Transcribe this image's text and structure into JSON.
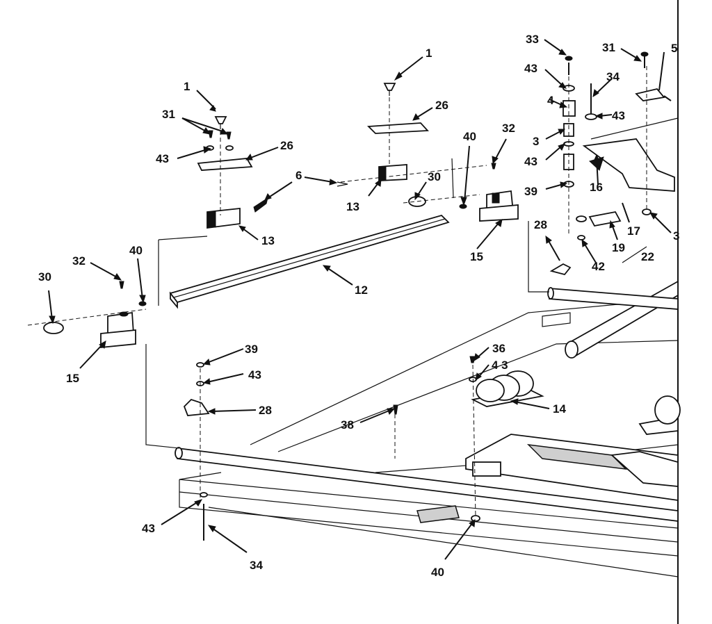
{
  "labels": [
    {
      "id": "1a",
      "text": "1"
    },
    {
      "id": "1b",
      "text": "1"
    },
    {
      "id": "3",
      "text": "3"
    },
    {
      "id": "4",
      "text": "4"
    },
    {
      "id": "5",
      "text": "5"
    },
    {
      "id": "6",
      "text": "6"
    },
    {
      "id": "12",
      "text": "12"
    },
    {
      "id": "13a",
      "text": "13"
    },
    {
      "id": "13b",
      "text": "13"
    },
    {
      "id": "14",
      "text": "14"
    },
    {
      "id": "15a",
      "text": "15"
    },
    {
      "id": "15b",
      "text": "15"
    },
    {
      "id": "16",
      "text": "16"
    },
    {
      "id": "17",
      "text": "17"
    },
    {
      "id": "19",
      "text": "19"
    },
    {
      "id": "22",
      "text": "22"
    },
    {
      "id": "26a",
      "text": "26"
    },
    {
      "id": "26b",
      "text": "26"
    },
    {
      "id": "28a",
      "text": "28"
    },
    {
      "id": "28b",
      "text": "28"
    },
    {
      "id": "30a",
      "text": "30"
    },
    {
      "id": "30b",
      "text": "30"
    },
    {
      "id": "31a",
      "text": "31"
    },
    {
      "id": "31b",
      "text": "31"
    },
    {
      "id": "32a",
      "text": "32"
    },
    {
      "id": "32b",
      "text": "32"
    },
    {
      "id": "33",
      "text": "33"
    },
    {
      "id": "34a",
      "text": "34"
    },
    {
      "id": "34b",
      "text": "34"
    },
    {
      "id": "36",
      "text": "36"
    },
    {
      "id": "38",
      "text": "38"
    },
    {
      "id": "39a",
      "text": "39"
    },
    {
      "id": "39b",
      "text": "39"
    },
    {
      "id": "40a",
      "text": "40"
    },
    {
      "id": "40b",
      "text": "40"
    },
    {
      "id": "40c",
      "text": "40"
    },
    {
      "id": "42",
      "text": "42"
    },
    {
      "id": "43a",
      "text": "43"
    },
    {
      "id": "43b",
      "text": "43"
    },
    {
      "id": "43c",
      "text": "43"
    },
    {
      "id": "43d",
      "text": "43"
    },
    {
      "id": "43e",
      "text": "43"
    },
    {
      "id": "43f",
      "text": "4 3"
    },
    {
      "id": "43g",
      "text": "43"
    },
    {
      "id": "3b",
      "text": "3"
    }
  ]
}
